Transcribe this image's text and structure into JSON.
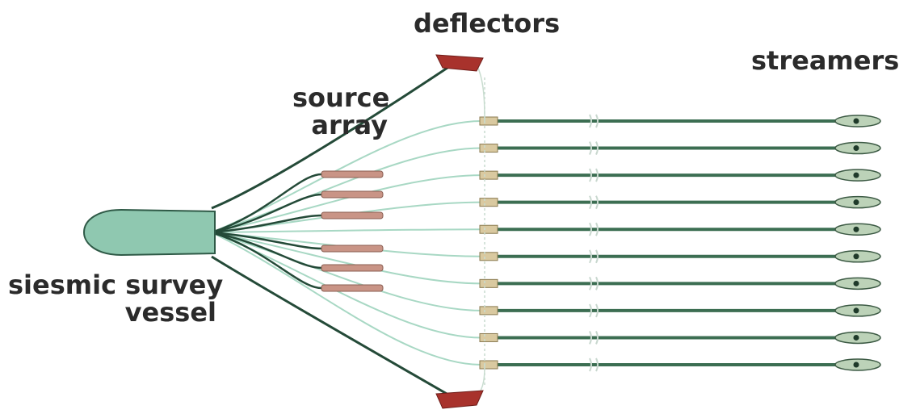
{
  "labels": {
    "deflectors": "deflectors",
    "streamers": "streamers",
    "source_line1": "source",
    "source_line2": "array",
    "vessel_line1": "siesmic survey",
    "vessel_line2": "vessel"
  },
  "colors": {
    "vessel_fill": "#8fc8b0",
    "vessel_stroke": "#2f5a47",
    "tow_cable": "#244a38",
    "streamer_line": "#3c6e52",
    "lead_in": "#a8d8c4",
    "deflector": "#a8322c",
    "source_gun": "#c99486",
    "connector": "#d9c9a0",
    "tail_buoy": "#bcd2b8"
  },
  "streamer_count": 10,
  "source_gun_count": 6
}
